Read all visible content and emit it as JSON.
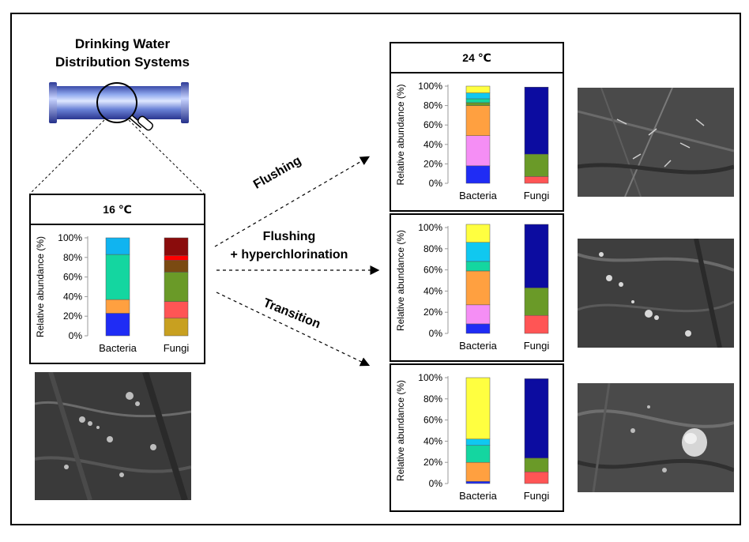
{
  "title": {
    "line1": "Drinking Water",
    "line2": "Distribution Systems"
  },
  "arrows": {
    "flushing": "Flushing",
    "hyper_line1": "Flushing",
    "hyper_line2": "+ hyperchlorination",
    "transition": "Transition"
  },
  "chart_data": [
    {
      "id": "initial",
      "type": "bar",
      "stacked": true,
      "title": "16 ℃",
      "ylabel": "Relative abundance (%)",
      "ylim": [
        0,
        100
      ],
      "yticks": [
        "0%",
        "20%",
        "40%",
        "60%",
        "80%",
        "100%"
      ],
      "categories": [
        "Bacteria",
        "Fungi"
      ],
      "stacks": [
        [
          {
            "value": 23,
            "color": "#1f2cf5"
          },
          {
            "value": 14,
            "color": "#ffa040"
          },
          {
            "value": 46,
            "color": "#14d6a0"
          },
          {
            "value": 17,
            "color": "#10b4f0"
          }
        ],
        [
          {
            "value": 18,
            "color": "#c8a020"
          },
          {
            "value": 17,
            "color": "#ff5555"
          },
          {
            "value": 30,
            "color": "#6a9a28"
          },
          {
            "value": 12,
            "color": "#7a4a12"
          },
          {
            "value": 5,
            "color": "#ff0000"
          },
          {
            "value": 18,
            "color": "#8a0c0c"
          }
        ]
      ]
    },
    {
      "id": "flushing",
      "type": "bar",
      "stacked": true,
      "title": "24 ℃",
      "ylabel": "Relative abundance (%)",
      "ylim": [
        0,
        100
      ],
      "yticks": [
        "0%",
        "20%",
        "40%",
        "60%",
        "80%",
        "100%"
      ],
      "categories": [
        "Bacteria",
        "Fungi"
      ],
      "stacks": [
        [
          {
            "value": 18,
            "color": "#1f2cf5"
          },
          {
            "value": 31,
            "color": "#f58ef5"
          },
          {
            "value": 31,
            "color": "#ffa040"
          },
          {
            "value": 3,
            "color": "#6a9a28"
          },
          {
            "value": 4,
            "color": "#14d6a0"
          },
          {
            "value": 6,
            "color": "#10c8f0"
          },
          {
            "value": 7,
            "color": "#ffff40"
          }
        ],
        [
          {
            "value": 7,
            "color": "#ff5555"
          },
          {
            "value": 23,
            "color": "#6a9a28"
          },
          {
            "value": 69,
            "color": "#0c0ca0"
          }
        ]
      ]
    },
    {
      "id": "hyperchlorination",
      "type": "bar",
      "stacked": true,
      "ylabel": "Relative abundance (%)",
      "ylim": [
        0,
        100
      ],
      "yticks": [
        "0%",
        "20%",
        "40%",
        "60%",
        "80%",
        "100%"
      ],
      "categories": [
        "Bacteria",
        "Fungi"
      ],
      "stacks": [
        [
          {
            "value": 9,
            "color": "#1f2cf5"
          },
          {
            "value": 18,
            "color": "#f58ef5"
          },
          {
            "value": 32,
            "color": "#ffa040"
          },
          {
            "value": 9,
            "color": "#14d6a0"
          },
          {
            "value": 18,
            "color": "#10c8f0"
          },
          {
            "value": 17,
            "color": "#ffff40"
          }
        ],
        [
          {
            "value": 17,
            "color": "#ff5555"
          },
          {
            "value": 26,
            "color": "#6a9a28"
          },
          {
            "value": 60,
            "color": "#0c0ca0"
          }
        ]
      ]
    },
    {
      "id": "transition",
      "type": "bar",
      "stacked": true,
      "ylabel": "Relative abundance (%)",
      "ylim": [
        0,
        100
      ],
      "yticks": [
        "0%",
        "20%",
        "40%",
        "60%",
        "80%",
        "100%"
      ],
      "categories": [
        "Bacteria",
        "Fungi"
      ],
      "stacks": [
        [
          {
            "value": 2,
            "color": "#1f2cf5"
          },
          {
            "value": 18,
            "color": "#ffa040"
          },
          {
            "value": 16,
            "color": "#14d6a0"
          },
          {
            "value": 6,
            "color": "#10c8f0"
          },
          {
            "value": 58,
            "color": "#ffff40"
          }
        ],
        [
          {
            "value": 11,
            "color": "#ff5555"
          },
          {
            "value": 13,
            "color": "#6a9a28"
          },
          {
            "value": 75,
            "color": "#0c0ca0"
          }
        ]
      ]
    }
  ]
}
